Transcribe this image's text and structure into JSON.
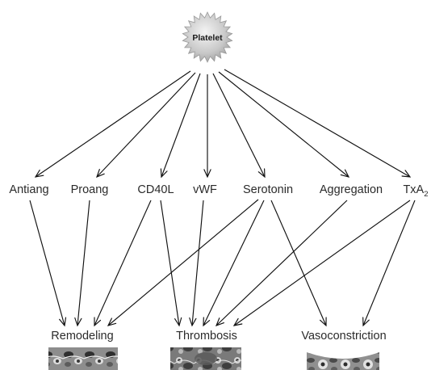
{
  "source": {
    "id": "platelet",
    "label": "Platelet"
  },
  "mediators": [
    {
      "id": "antiang",
      "label": "Antiang"
    },
    {
      "id": "proang",
      "label": "Proang"
    },
    {
      "id": "cd40l",
      "label": "CD40L"
    },
    {
      "id": "vwf",
      "label": "vWF"
    },
    {
      "id": "serotonin",
      "label": "Serotonin"
    },
    {
      "id": "aggregation",
      "label": "Aggregation"
    },
    {
      "id": "txa2",
      "label": "TxA",
      "sub": "2"
    }
  ],
  "outcomes": [
    {
      "id": "remodeling",
      "label": "Remodeling"
    },
    {
      "id": "thrombosis",
      "label": "Thrombosis"
    },
    {
      "id": "vasoconstriction",
      "label": "Vasoconstriction"
    }
  ],
  "edges": [
    [
      "platelet",
      "antiang"
    ],
    [
      "platelet",
      "proang"
    ],
    [
      "platelet",
      "cd40l"
    ],
    [
      "platelet",
      "vwf"
    ],
    [
      "platelet",
      "serotonin"
    ],
    [
      "platelet",
      "aggregation"
    ],
    [
      "platelet",
      "txa2"
    ],
    [
      "antiang",
      "remodeling"
    ],
    [
      "proang",
      "remodeling"
    ],
    [
      "cd40l",
      "remodeling"
    ],
    [
      "serotonin",
      "remodeling"
    ],
    [
      "cd40l",
      "thrombosis"
    ],
    [
      "vwf",
      "thrombosis"
    ],
    [
      "serotonin",
      "thrombosis"
    ],
    [
      "aggregation",
      "thrombosis"
    ],
    [
      "txa2",
      "thrombosis"
    ],
    [
      "serotonin",
      "vasoconstriction"
    ],
    [
      "txa2",
      "vasoconstriction"
    ]
  ]
}
